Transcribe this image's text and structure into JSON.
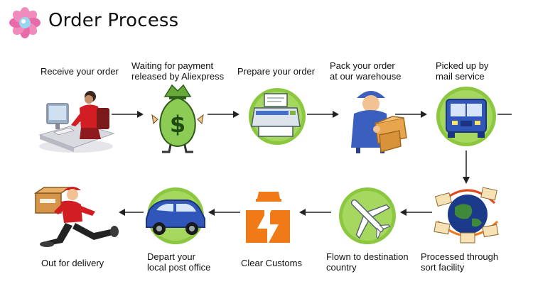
{
  "title": "Order Process",
  "colors": {
    "accent_green": "#8cc83f",
    "arrow": "#222222",
    "flower": "#e86aa8",
    "truck_blue": "#2f56b8",
    "customs_orange": "#f07a18"
  },
  "steps": [
    {
      "label": "Receive your order",
      "icon": "computer-person-icon"
    },
    {
      "label": "Waiting for payment released by Aliexpress",
      "line1": "Waiting for payment",
      "line2": "released by Aliexpress",
      "icon": "money-bag-icon"
    },
    {
      "label": "Prepare your order",
      "icon": "printer-icon"
    },
    {
      "label": "Pack your order at our warehouse",
      "line1": "Pack your order",
      "line2": "at our warehouse",
      "icon": "worker-box-icon"
    },
    {
      "label": "Picked up by mail service",
      "line1": "Picked up by",
      "line2": "mail service",
      "icon": "truck-icon"
    },
    {
      "label": "Processed through sort facility",
      "line1": "Processed through",
      "line2": "sort facility",
      "icon": "globe-mail-icon"
    },
    {
      "label": "Flown to destination country",
      "line1": "Flown to destination",
      "line2": "country",
      "icon": "airplane-icon"
    },
    {
      "label": "Clear Customs",
      "icon": "customs-officer-icon"
    },
    {
      "label": "Depart your local post office",
      "line1": "Depart your",
      "line2": "local post office",
      "icon": "car-icon"
    },
    {
      "label": "Out for delivery",
      "icon": "delivery-runner-icon"
    }
  ]
}
